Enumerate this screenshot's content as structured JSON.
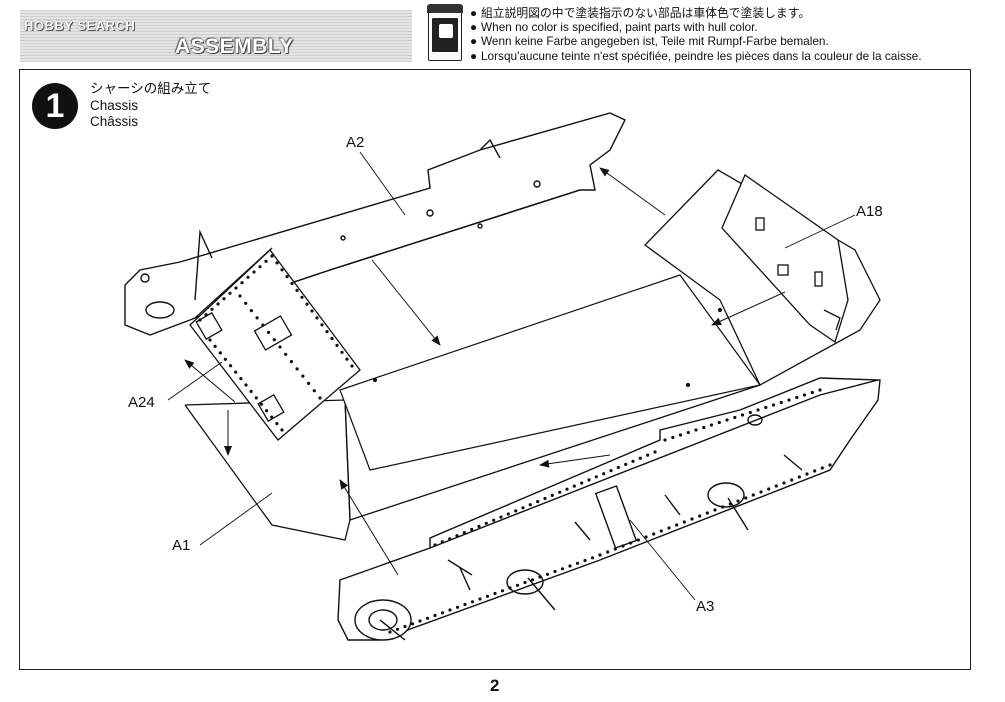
{
  "header": {
    "logo_text": "HOBBY SEARCH",
    "title": "ASSEMBLY"
  },
  "paint_note": {
    "lines": [
      "組立説明図の中で塗装指示のない部品は車体色で塗装します。",
      "When no color is specified, paint parts with hull color.",
      "Wenn keine Farbe angegeben ist, Teile mit Rumpf-Farbe bemalen.",
      "Lorsqu'aucune teinte n'est spécifiée, peindre les pièces dans la couleur de la caisse."
    ],
    "bullet": "●"
  },
  "step": {
    "number": "1",
    "title_ja": "シャーシの組み立て",
    "title_en": "Chassis",
    "title_fr": "Châssis"
  },
  "parts": {
    "a2": "A2",
    "a18": "A18",
    "a24": "A24",
    "a1": "A1",
    "a3": "A3"
  },
  "footer": {
    "page_number": "2"
  }
}
